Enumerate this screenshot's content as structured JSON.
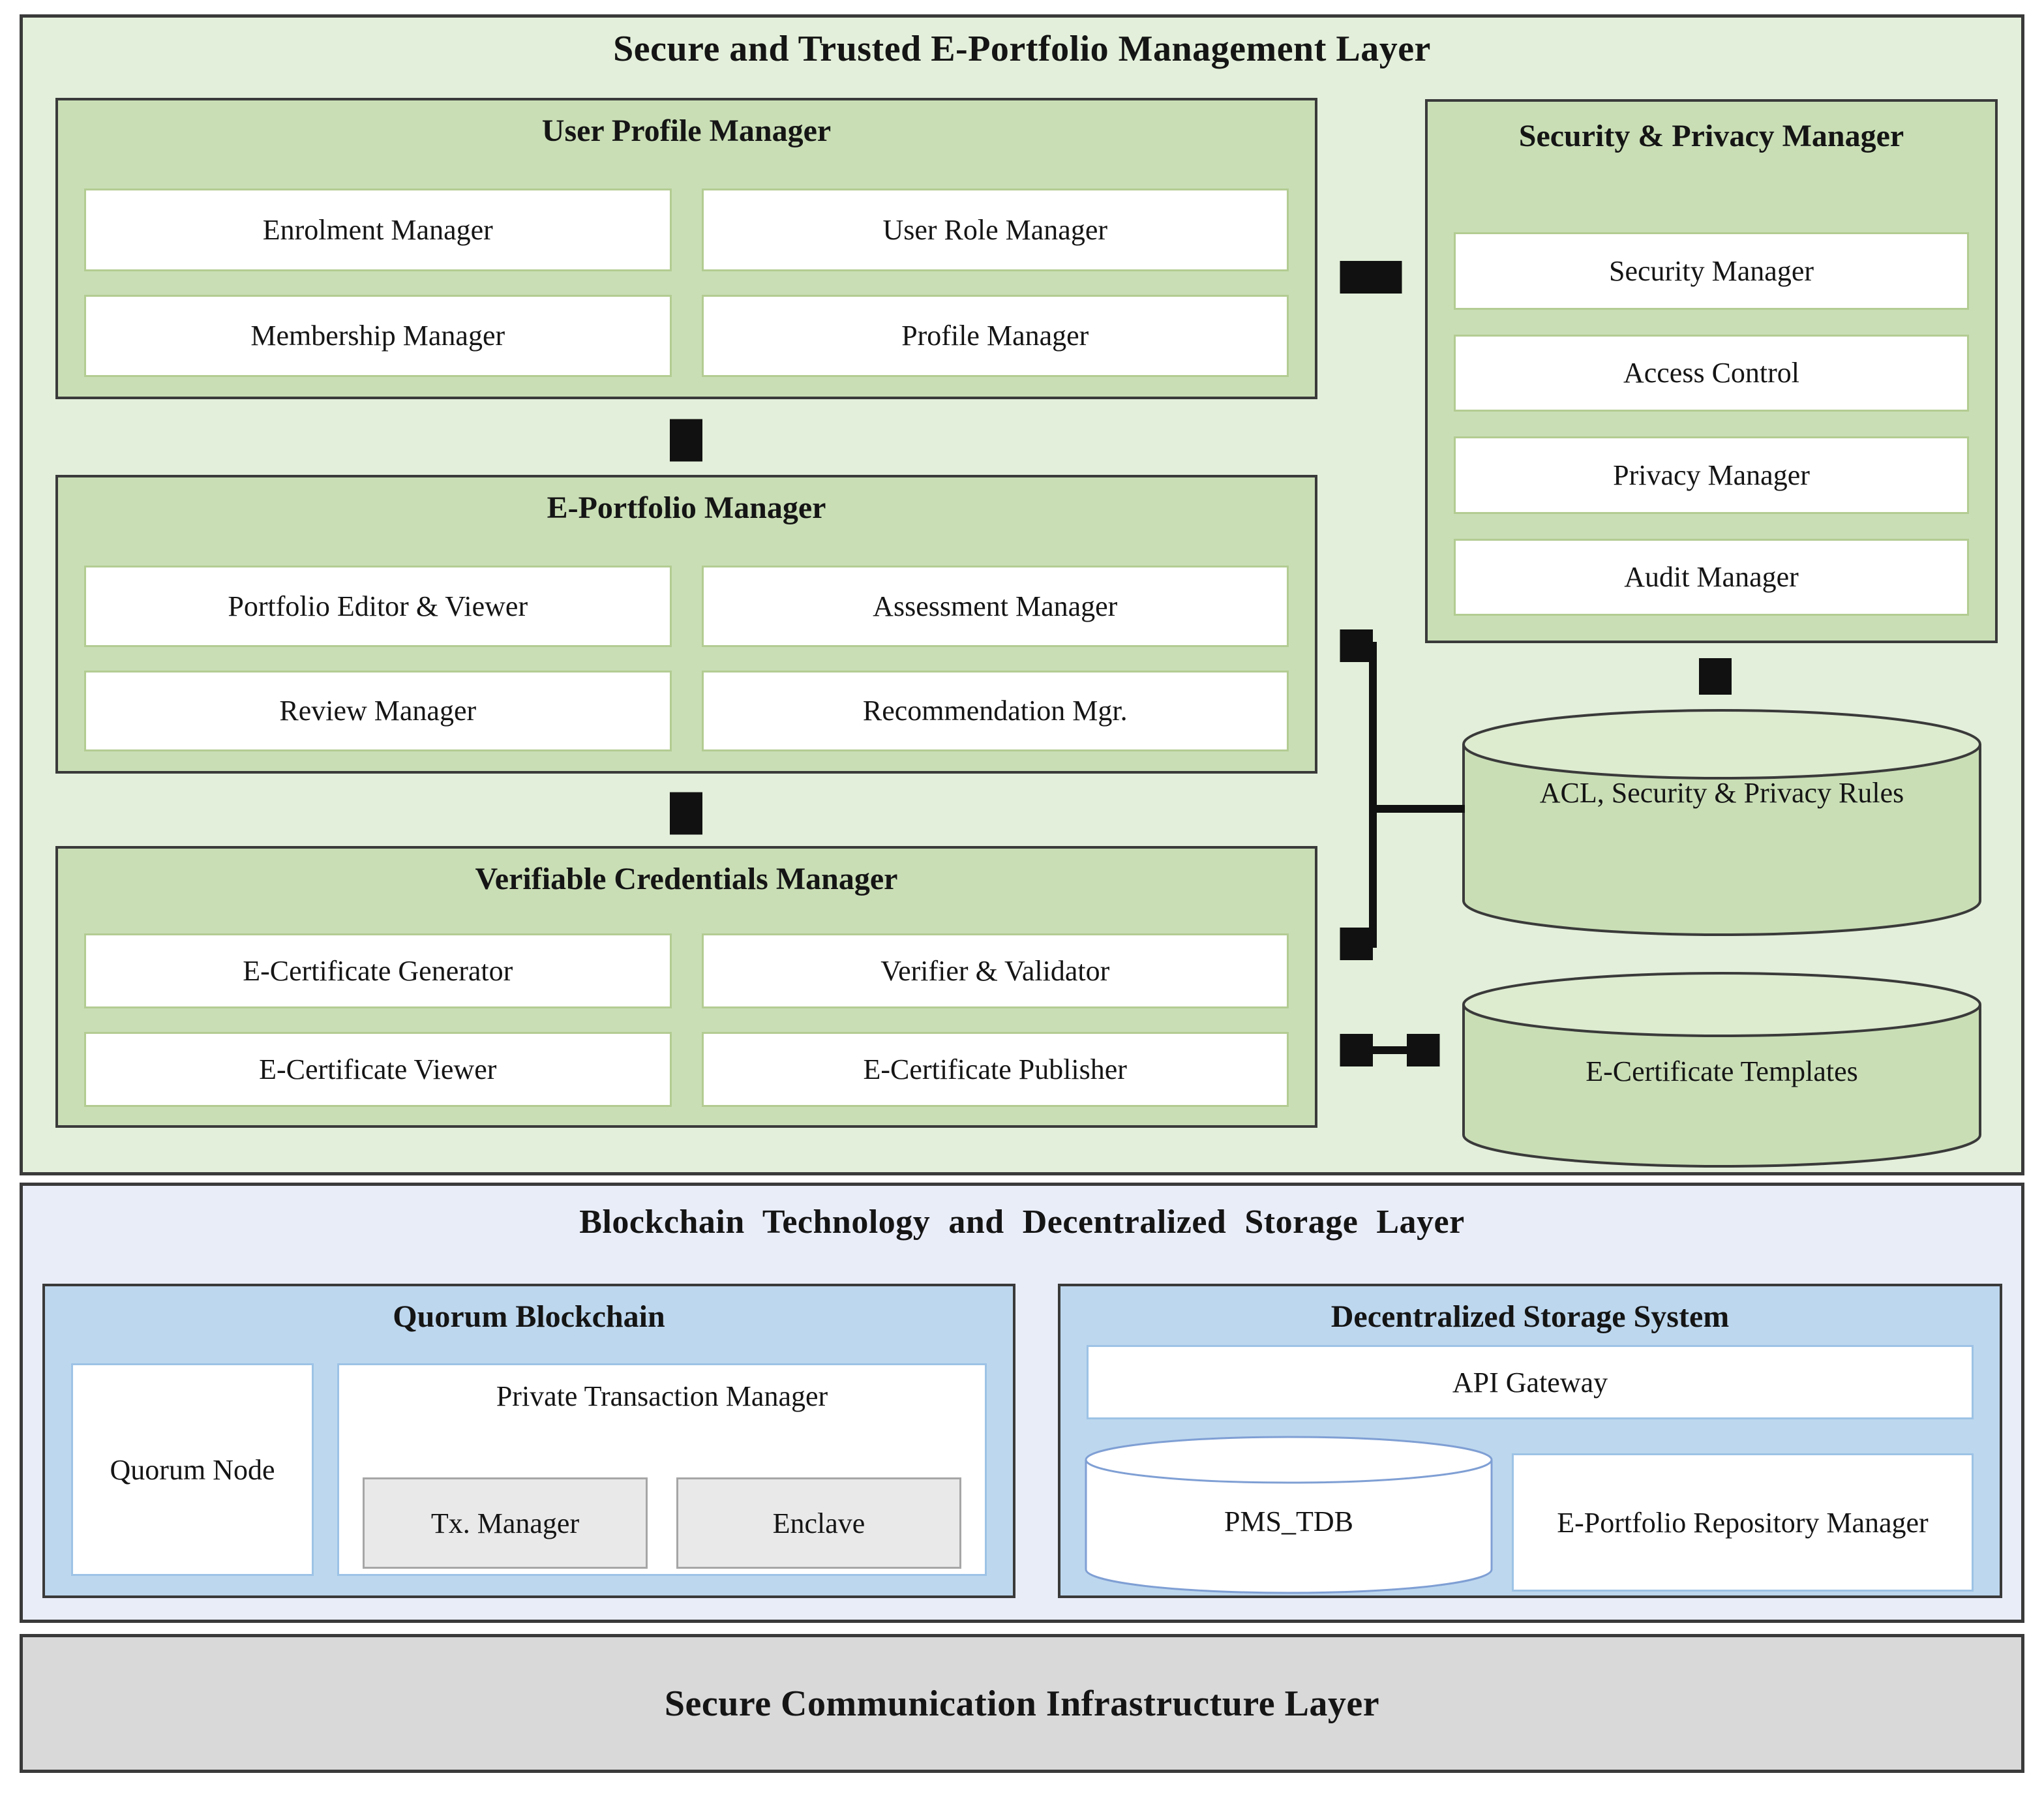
{
  "colors": {
    "layer1-bg": "#e3efda",
    "panel-green": "#c9deb5",
    "wb-green": "#b3cc92",
    "layer2-bg": "#e9edf8",
    "panel-blue": "#bdd7ee",
    "wb-blue": "#9dc3e6",
    "grey-box": "#e9e9e9",
    "grey-border": "#a6a6a6",
    "layer3-bg": "#d9d9d9",
    "border-dark": "#3a3a3a",
    "cyl-green-top": "#ddebcf",
    "cyl-blue-stroke": "#7f9fd4",
    "arrow": "#111111"
  },
  "management_layer": {
    "title": "Secure and Trusted E-Portfolio Management Layer",
    "user_profile_manager": {
      "title": "User Profile Manager",
      "items": [
        "Enrolment Manager",
        "User Role Manager",
        "Membership Manager",
        "Profile Manager"
      ]
    },
    "security_privacy_manager": {
      "title": "Security & Privacy Manager",
      "items": [
        "Security Manager",
        "Access Control",
        "Privacy Manager",
        "Audit Manager"
      ]
    },
    "eportfolio_manager": {
      "title": "E-Portfolio Manager",
      "items": [
        "Portfolio Editor & Viewer",
        "Assessment Manager",
        "Review Manager",
        "Recommendation Mgr."
      ]
    },
    "verifiable_credentials_manager": {
      "title": "Verifiable Credentials Manager",
      "items": [
        "E-Certificate Generator",
        "Verifier & Validator",
        "E-Certificate Viewer",
        "E-Certificate Publisher"
      ]
    },
    "acl_store_label": "ACL, Security & Privacy Rules",
    "ecert_templates_label": "E-Certificate Templates"
  },
  "blockchain_layer": {
    "title": "Blockchain Technology and Decentralized Storage Layer",
    "quorum_blockchain": {
      "title": "Quorum Blockchain",
      "quorum_node": "Quorum Node",
      "private_tx_manager": "Private Transaction Manager",
      "tx_manager": "Tx. Manager",
      "enclave": "Enclave"
    },
    "decentralized_storage": {
      "title": "Decentralized Storage System",
      "api_gateway": "API Gateway",
      "pms_tdb": "PMS_TDB",
      "eportfolio_repo": "E-Portfolio Repository Manager"
    }
  },
  "communication_layer": {
    "title": "Secure Communication Infrastructure Layer"
  }
}
